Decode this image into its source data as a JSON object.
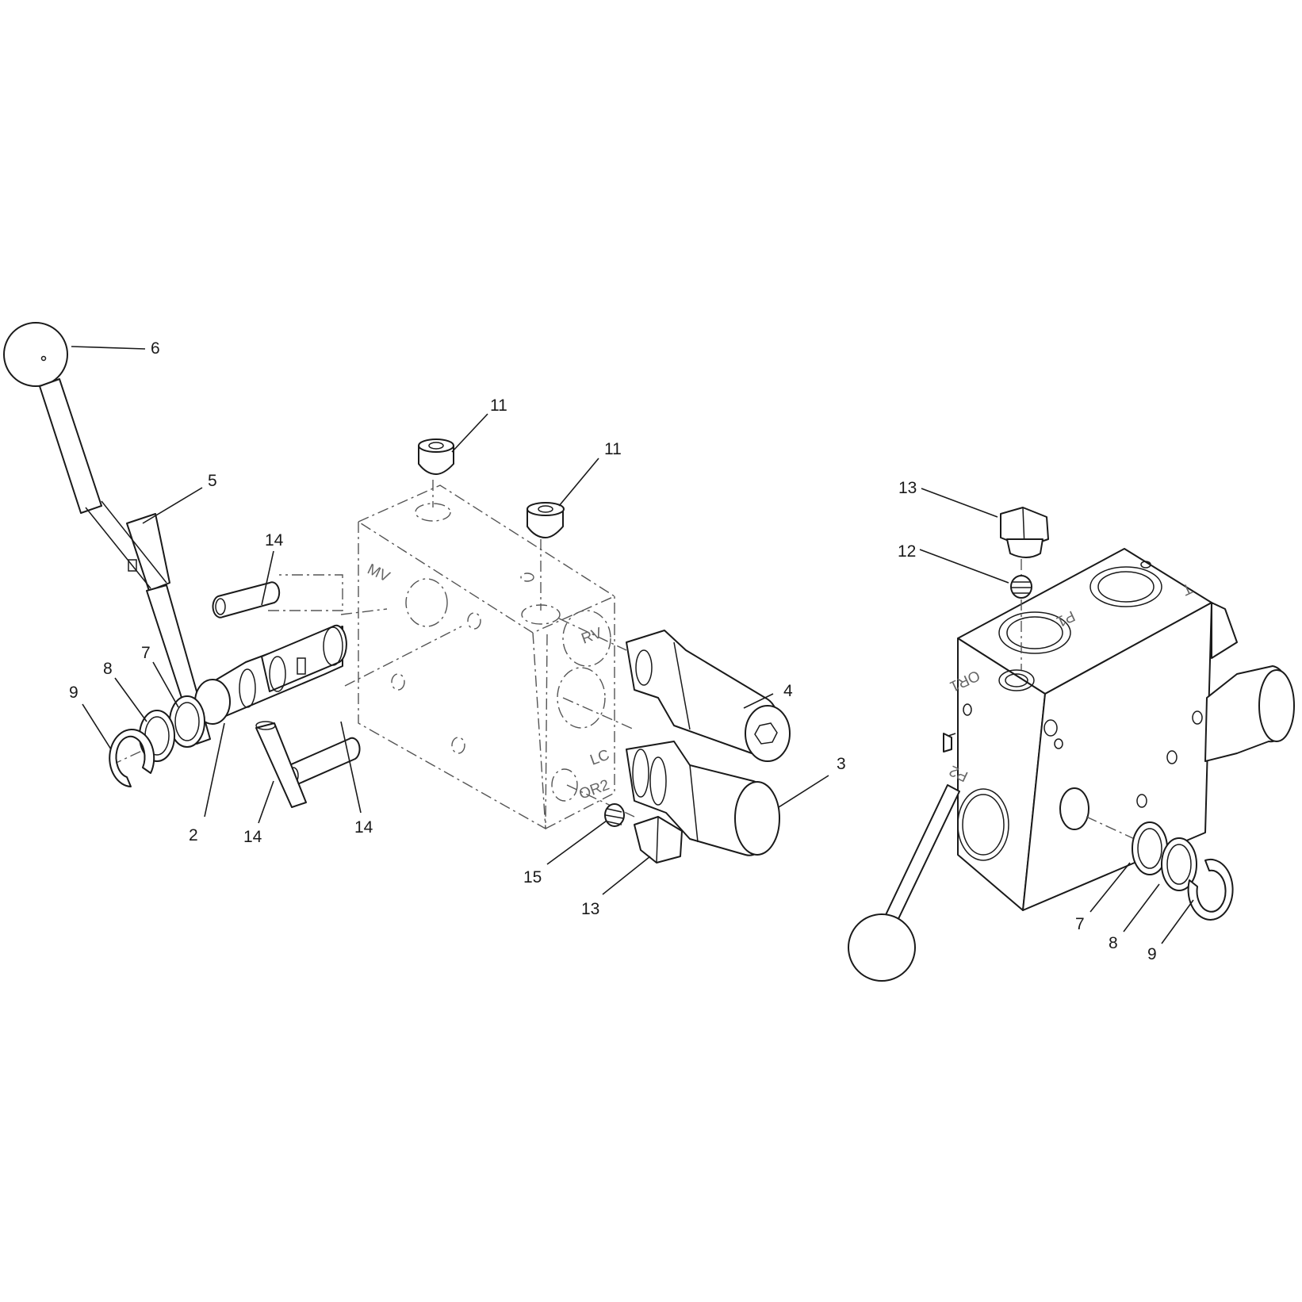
{
  "callouts": {
    "c6": "6",
    "c5": "5",
    "c14a": "14",
    "c7l": "7",
    "c8l": "8",
    "c9l": "9",
    "c2": "2",
    "c14b": "14",
    "c14c": "14",
    "c11a": "11",
    "c11b": "11",
    "c4": "4",
    "c3": "3",
    "c15": "15",
    "c13l": "13",
    "c13r": "13",
    "c12": "12",
    "c7r": "7",
    "c8r": "8",
    "c9r": "9"
  },
  "port_labels": {
    "mv": "MV",
    "rv": "RV",
    "lc": "LC",
    "or2": "OR2",
    "or1": "OR1",
    "p1": "P1",
    "t": "T",
    "p2": "P2"
  }
}
